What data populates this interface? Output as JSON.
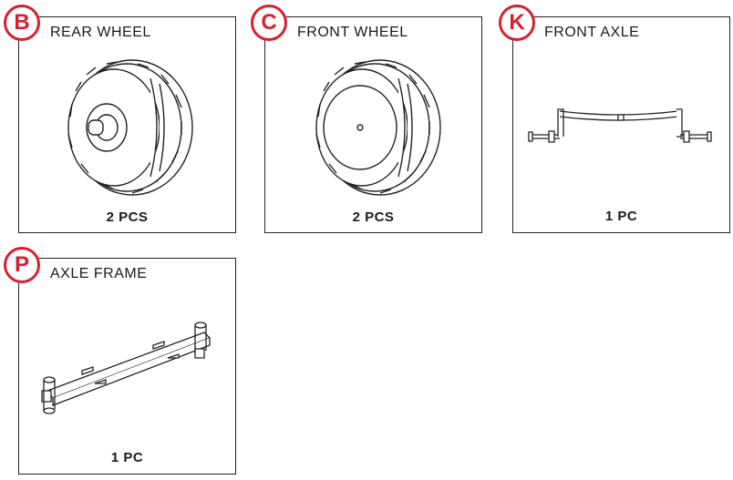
{
  "parts": [
    {
      "letter": "B",
      "name": "REAR WHEEL",
      "qty": "2 PCS",
      "icon": "rear-wheel-icon"
    },
    {
      "letter": "C",
      "name": "FRONT WHEEL",
      "qty": "2 PCS",
      "icon": "front-wheel-icon"
    },
    {
      "letter": "K",
      "name": "FRONT AXLE",
      "qty": "1 PC",
      "icon": "front-axle-icon"
    },
    {
      "letter": "P",
      "name": "AXLE FRAME",
      "qty": "1 PC",
      "icon": "axle-frame-icon"
    }
  ],
  "colors": {
    "badge": "#d6202e",
    "line": "#222222"
  }
}
